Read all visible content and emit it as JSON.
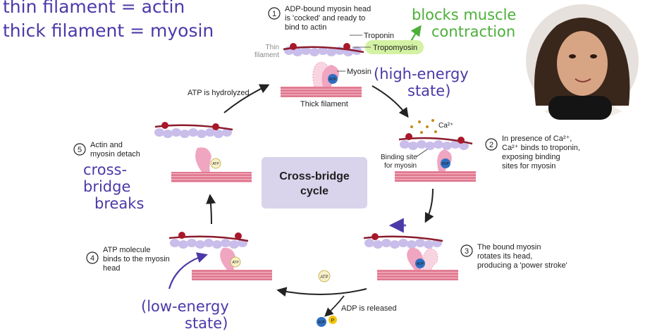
{
  "handwritten": {
    "thin_filament": "thin filament = actin",
    "thick_filament": "thick filament = myosin",
    "blocks_line1": "blocks muscle",
    "blocks_line2": "contraction",
    "high_energy_line1": "(high-energy",
    "high_energy_line2": "state)",
    "cross_line1": "cross-",
    "cross_line2": "bridge",
    "cross_line3": "breaks",
    "low_energy_line1": "(low-energy",
    "low_energy_line2": "state)"
  },
  "center": {
    "line1": "Cross-bridge",
    "line2": "cycle"
  },
  "steps": [
    {
      "num": "1",
      "lines": [
        "ADP-bound myosin head",
        "is 'cocked' and ready to",
        "bind to actin"
      ]
    },
    {
      "num": "2",
      "lines": [
        "In presence of Ca²⁺,",
        "Ca²⁺ binds to troponin,",
        "exposing binding",
        "sites for myosin"
      ]
    },
    {
      "num": "3",
      "lines": [
        "The bound myosin",
        "rotates its head,",
        "producing a 'power stroke'"
      ]
    },
    {
      "num": "4",
      "lines": [
        "ATP molecule",
        "binds to the myosin",
        "head"
      ]
    },
    {
      "num": "5",
      "lines": [
        "Actin and",
        "myosin detach"
      ]
    }
  ],
  "labels": {
    "troponin": "Troponin",
    "tropomyosin": "Tropomyosin",
    "thin_filament_line1": "Thin",
    "thin_filament_line2": "filament",
    "myosin": "Myosin",
    "thick_filament": "Thick filament",
    "atp_hydrolyzed": "ATP is hydrolyzed",
    "adp_released": "ADP is released",
    "binding_site_line1": "Binding site",
    "binding_site_line2": "for myosin",
    "ca": "Ca²⁺",
    "adp": "ADP",
    "atp": "ATP",
    "phosphate": "P"
  },
  "colors": {
    "handwriting": "#4a3aa8",
    "annotation_green": "#4caf3a",
    "highlight": "#d4f2a4",
    "center_box": "#d9d3ec",
    "actin": "#c9bdea",
    "troponin": "#a8182a",
    "myosin": "#f0a5c0",
    "thick": "#d9667f",
    "adp": "#2f6fc0",
    "atp": "#f8f1c8",
    "phosphate": "#f1c40f"
  }
}
